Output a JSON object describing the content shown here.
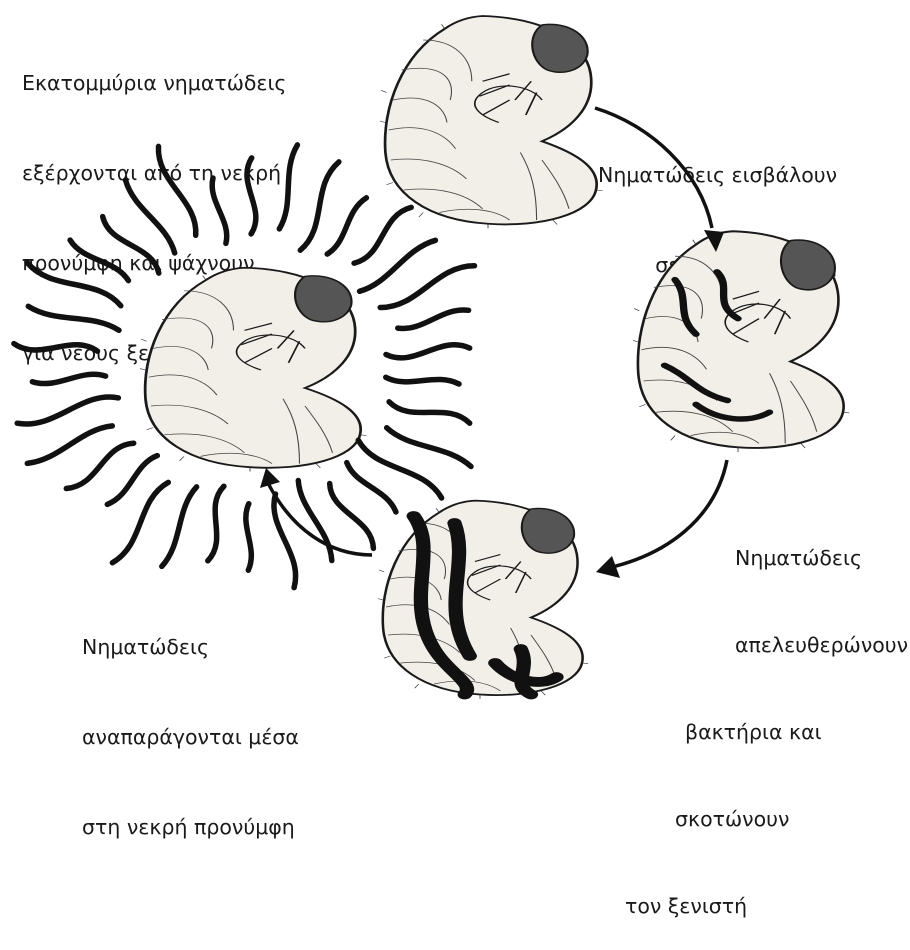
{
  "labels": {
    "emerge": [
      "Εκατομμύρια νηματώδεις",
      "εξέρχονται από τη νεκρή",
      "προνύμφη και ψάχνουν",
      "για νέους ξενιστές"
    ],
    "invade": [
      "Νηματώδεις εισβάλουν",
      "σε υγιή προνύμφη"
    ],
    "release": [
      "Νηματώδεις",
      "απελευθερώνουν",
      "βακτήρια και",
      "σκοτώνουν",
      "τον ξενιστή"
    ],
    "reproduce": [
      "Νηματώδεις",
      "αναπαράγονται μέσα",
      "στη νεκρή προνύμφη"
    ]
  },
  "colors": {
    "ink": "#1a1a1a",
    "larva_fill": "#f1efe8",
    "background": "#ffffff"
  },
  "icons": [
    "larva-healthy",
    "larva-infected",
    "larva-dead-host",
    "larva-dead-emerging",
    "nematode-worm",
    "cycle-arrow"
  ]
}
